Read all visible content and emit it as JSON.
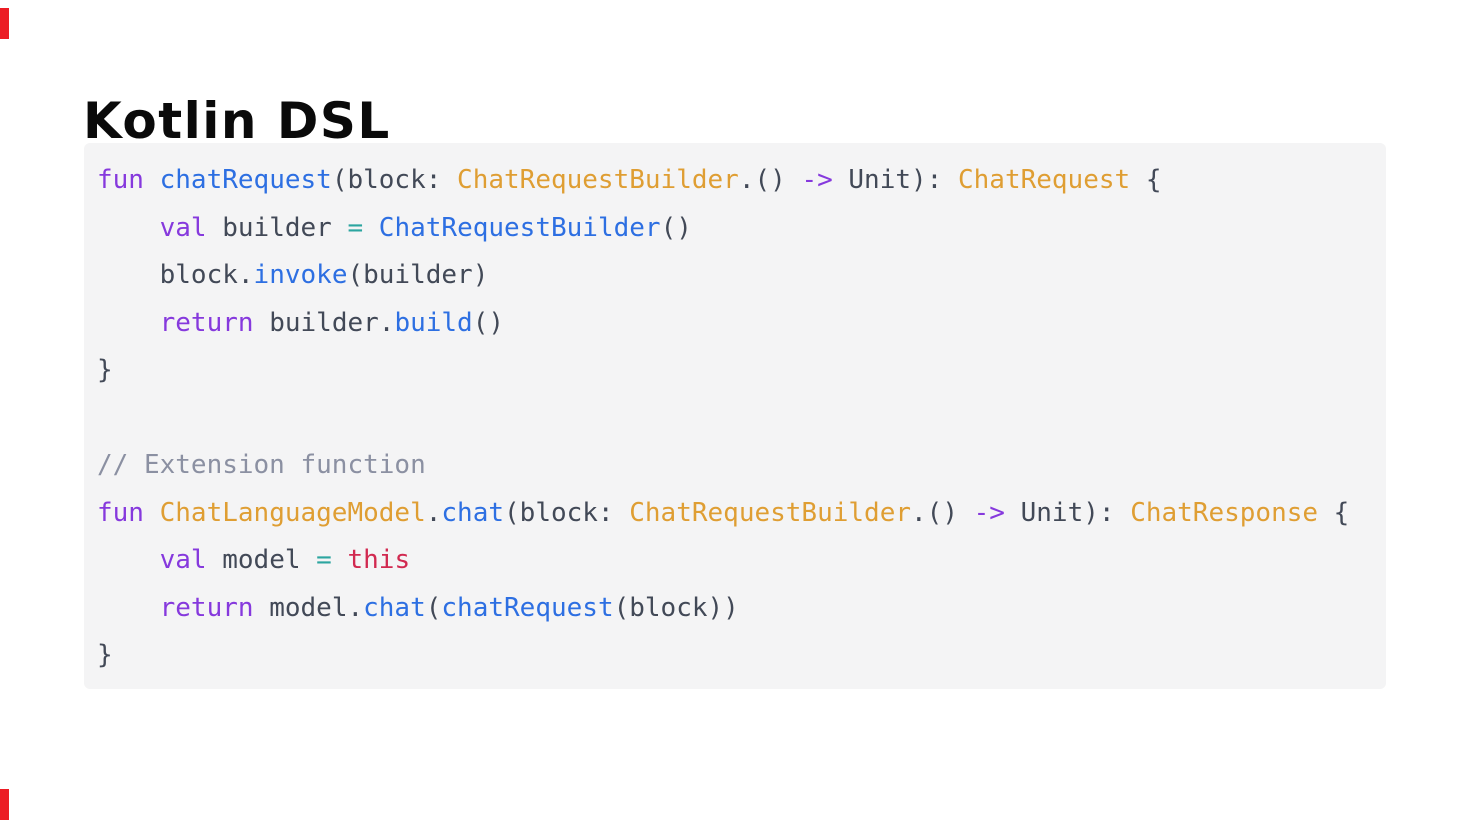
{
  "decorations": {
    "corner_bar_color": "#ec1c24"
  },
  "header": {
    "title": "Kotlin DSL"
  },
  "code_block": {
    "background": "#f4f4f5",
    "token_colors": {
      "keyword": "#8639dd",
      "function": "#2d6fe2",
      "type": "#df9e33",
      "operator": "#2ba5a0",
      "special": "#d12950",
      "comment": "#8b90a2",
      "plain": "#424957"
    },
    "lines": [
      [
        {
          "t": "fun",
          "c": "keyword"
        },
        {
          "t": " ",
          "c": "plain"
        },
        {
          "t": "chatRequest",
          "c": "function"
        },
        {
          "t": "(block: ",
          "c": "plain"
        },
        {
          "t": "ChatRequestBuilder",
          "c": "type"
        },
        {
          "t": ".() ",
          "c": "plain"
        },
        {
          "t": "->",
          "c": "keyword"
        },
        {
          "t": " Unit): ",
          "c": "plain"
        },
        {
          "t": "ChatRequest",
          "c": "type"
        },
        {
          "t": " {",
          "c": "plain"
        }
      ],
      [
        {
          "t": "    ",
          "c": "plain"
        },
        {
          "t": "val",
          "c": "keyword"
        },
        {
          "t": " builder ",
          "c": "plain"
        },
        {
          "t": "=",
          "c": "operator"
        },
        {
          "t": " ",
          "c": "plain"
        },
        {
          "t": "ChatRequestBuilder",
          "c": "function"
        },
        {
          "t": "()",
          "c": "plain"
        }
      ],
      [
        {
          "t": "    block.",
          "c": "plain"
        },
        {
          "t": "invoke",
          "c": "function"
        },
        {
          "t": "(builder)",
          "c": "plain"
        }
      ],
      [
        {
          "t": "    ",
          "c": "plain"
        },
        {
          "t": "return",
          "c": "keyword"
        },
        {
          "t": " builder.",
          "c": "plain"
        },
        {
          "t": "build",
          "c": "function"
        },
        {
          "t": "()",
          "c": "plain"
        }
      ],
      [
        {
          "t": "}",
          "c": "plain"
        }
      ],
      [],
      [
        {
          "t": "// Extension function",
          "c": "comment"
        }
      ],
      [
        {
          "t": "fun",
          "c": "keyword"
        },
        {
          "t": " ",
          "c": "plain"
        },
        {
          "t": "ChatLanguageModel",
          "c": "type"
        },
        {
          "t": ".",
          "c": "plain"
        },
        {
          "t": "chat",
          "c": "function"
        },
        {
          "t": "(block: ",
          "c": "plain"
        },
        {
          "t": "ChatRequestBuilder",
          "c": "type"
        },
        {
          "t": ".() ",
          "c": "plain"
        },
        {
          "t": "->",
          "c": "keyword"
        },
        {
          "t": " Unit): ",
          "c": "plain"
        },
        {
          "t": "ChatResponse",
          "c": "type"
        },
        {
          "t": " {",
          "c": "plain"
        }
      ],
      [
        {
          "t": "    ",
          "c": "plain"
        },
        {
          "t": "val",
          "c": "keyword"
        },
        {
          "t": " model ",
          "c": "plain"
        },
        {
          "t": "=",
          "c": "operator"
        },
        {
          "t": " ",
          "c": "plain"
        },
        {
          "t": "this",
          "c": "special"
        }
      ],
      [
        {
          "t": "    ",
          "c": "plain"
        },
        {
          "t": "return",
          "c": "keyword"
        },
        {
          "t": " model.",
          "c": "plain"
        },
        {
          "t": "chat",
          "c": "function"
        },
        {
          "t": "(",
          "c": "plain"
        },
        {
          "t": "chatRequest",
          "c": "function"
        },
        {
          "t": "(block))",
          "c": "plain"
        }
      ],
      [
        {
          "t": "}",
          "c": "plain"
        }
      ]
    ]
  }
}
